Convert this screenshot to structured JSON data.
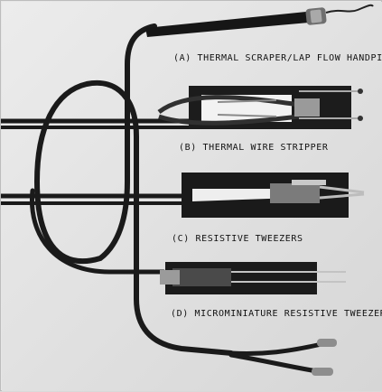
{
  "photo": {
    "captions": {
      "a": "(A) THERMAL SCRAPER/LAP FLOW HANDPIECE",
      "b": "(B) THERMAL WIRE STRIPPER",
      "c": "(C) RESISTIVE TWEEZERS",
      "d": "(D) MICROMINIATURE RESISTIVE TWEEZER"
    }
  }
}
